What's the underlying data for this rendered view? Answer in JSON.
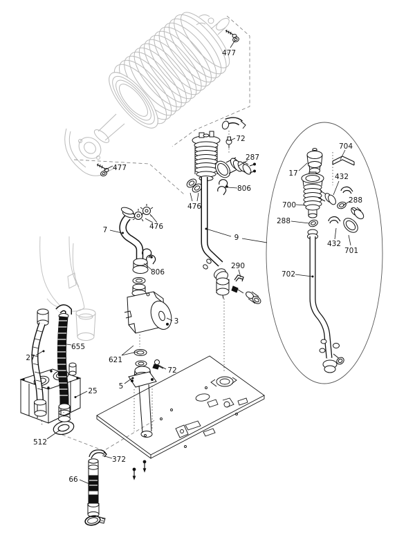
{
  "figure": {
    "kind": "exploded-parts-diagram",
    "line_color": "#1a1a1a",
    "ghost_color": "#b9b9b9",
    "background": "#ffffff"
  },
  "part_numbers": [
    "3",
    "5",
    "7",
    "9",
    "17",
    "25",
    "27",
    "66",
    "72",
    "287",
    "288",
    "290",
    "372",
    "432",
    "476",
    "477",
    "512",
    "621",
    "655",
    "700",
    "701",
    "702",
    "704",
    "806"
  ],
  "labels": {
    "p477a": "477",
    "p477b": "477",
    "p72a": "72",
    "p287": "287",
    "p806a": "806",
    "p476a": "476",
    "p476b": "476",
    "p7": "7",
    "p806b": "806",
    "p9": "9",
    "p290": "290",
    "p3": "3",
    "p621": "621",
    "p72b": "72",
    "p5": "5",
    "p25": "25",
    "p512": "512",
    "p372": "372",
    "p66": "66",
    "p27": "27",
    "p655": "655",
    "p17": "17",
    "p704": "704",
    "p432a": "432",
    "p288a": "288",
    "p700": "700",
    "p288b": "288",
    "p432b": "432",
    "p701": "701",
    "p702": "702"
  }
}
